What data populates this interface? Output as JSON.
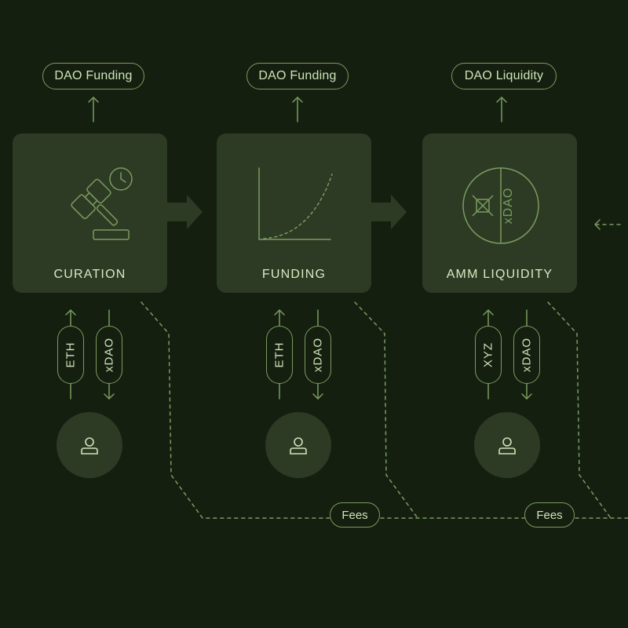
{
  "colors": {
    "background": "#141f10",
    "box": "#2d3b25",
    "stroke": "#7a9b5e",
    "text": "#cfe3b8"
  },
  "stages": [
    {
      "label": "CURATION",
      "output": "DAO Funding",
      "tokens": [
        "ETH",
        "xDAO"
      ],
      "icon": "gavel-clock-icon"
    },
    {
      "label": "FUNDING",
      "output": "DAO Funding",
      "tokens": [
        "ETH",
        "xDAO"
      ],
      "icon": "bonding-curve-icon"
    },
    {
      "label": "AMM LIQUIDITY",
      "output": "DAO Liquidity",
      "tokens": [
        "XYZ",
        "xDAO"
      ],
      "icon": "liquidity-pool-icon",
      "pool_label": "xDAO"
    }
  ],
  "fees": [
    "Fees",
    "Fees"
  ],
  "user_icon": "user-icon"
}
